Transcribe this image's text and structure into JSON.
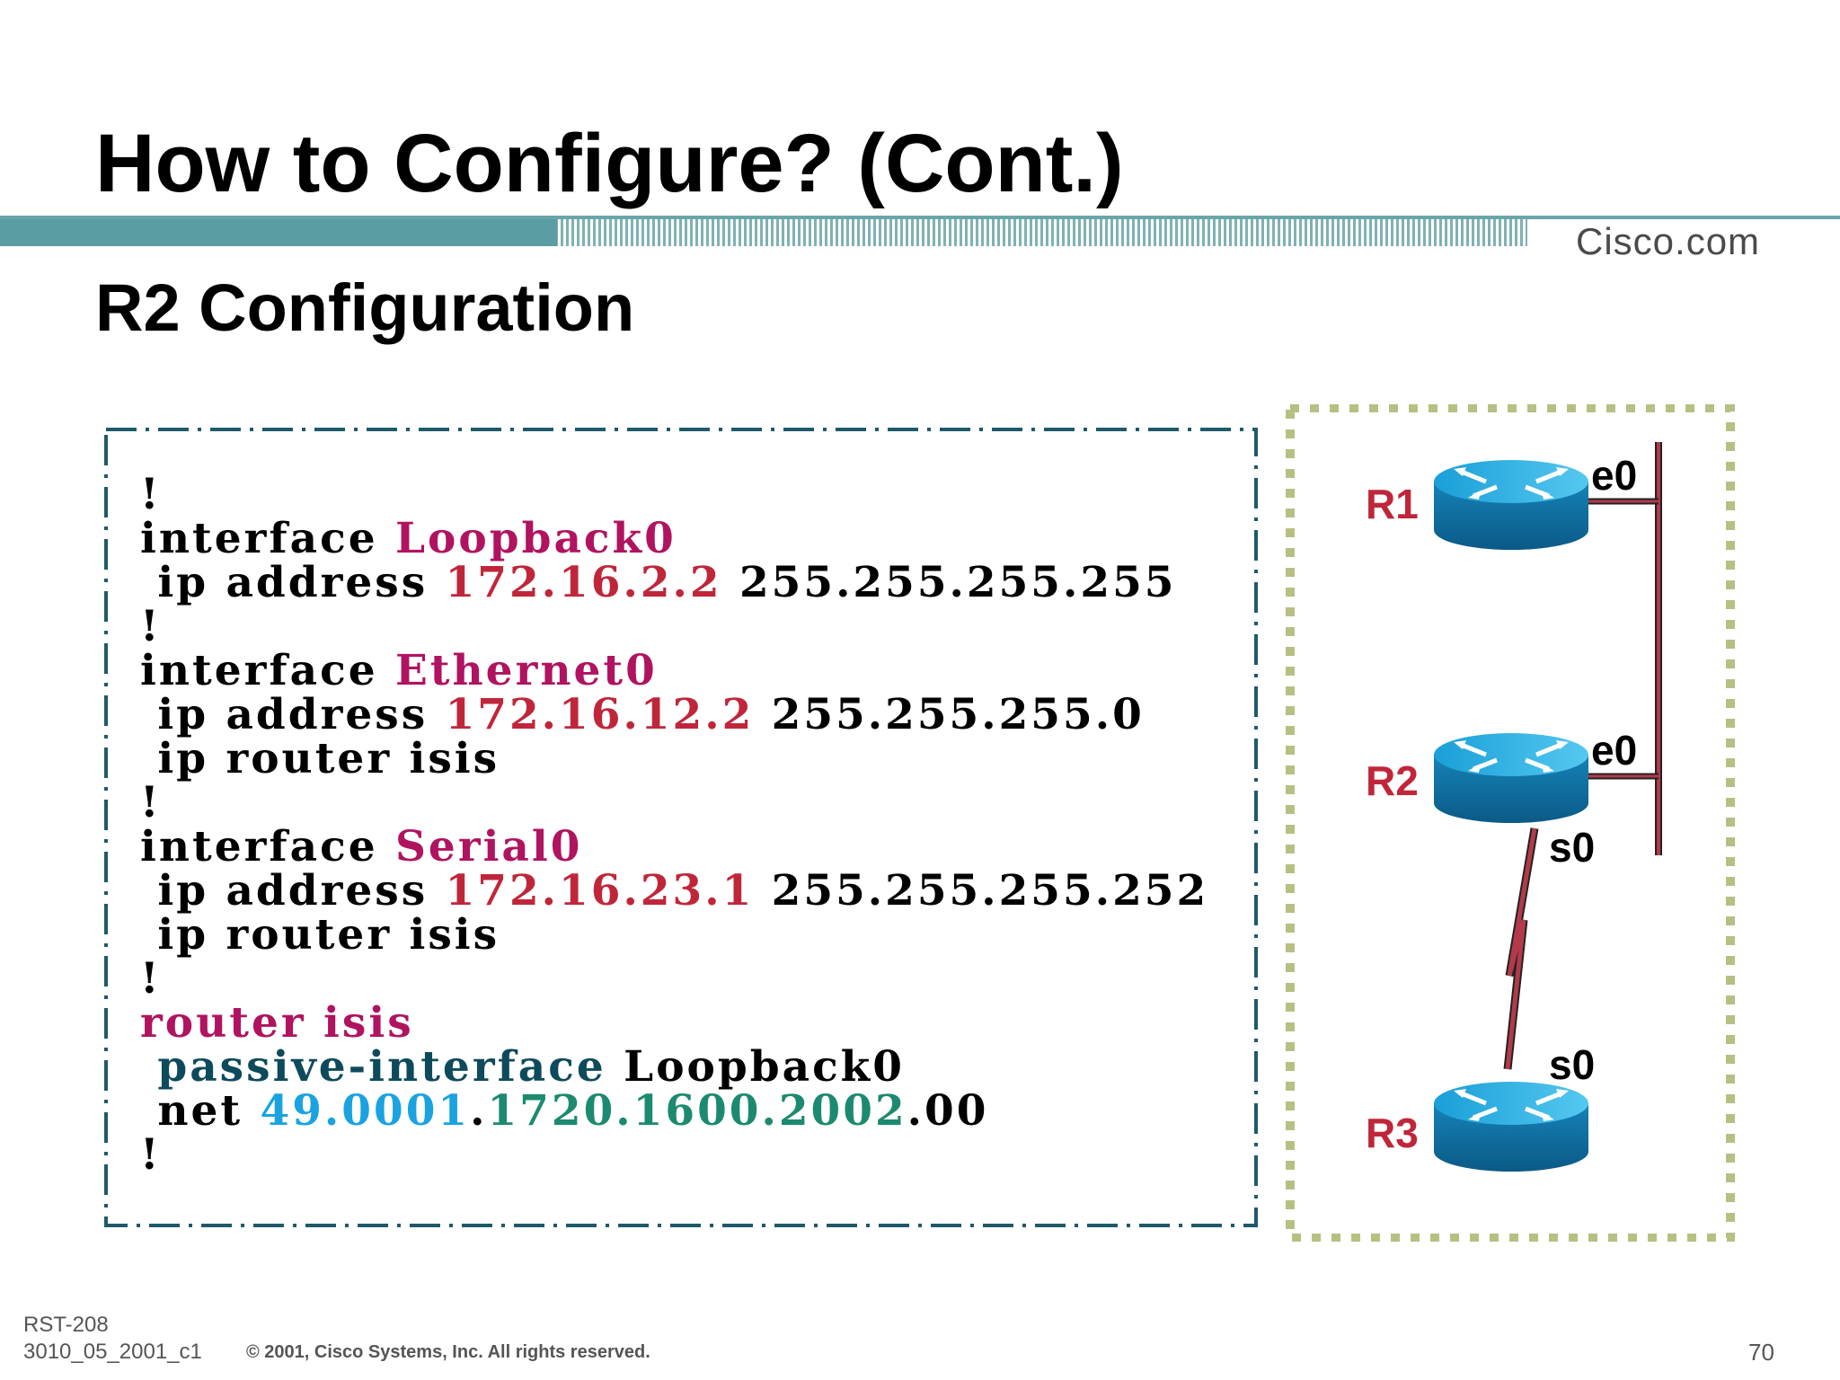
{
  "header": {
    "title": "How to Configure? (Cont.)",
    "logo": "Cisco.com",
    "subtitle": "R2 Configuration"
  },
  "config": {
    "l1": "!",
    "l2_a": "interface ",
    "l2_b": "Loopback0",
    "l3_a": " ip address ",
    "l3_b": "172.16.2.2",
    "l3_c": " 255.255.255.255",
    "l4": "!",
    "l5_a": "interface ",
    "l5_b": "Ethernet0",
    "l6_a": " ip address ",
    "l6_b": "172.16.12.2",
    "l6_c": " 255.255.255.0",
    "l7": " ip router isis",
    "l8": "!",
    "l9_a": "interface ",
    "l9_b": "Serial0",
    "l10_a": " ip address ",
    "l10_b": "172.16.23.1",
    "l10_c": " 255.255.255.252",
    "l11": " ip router isis",
    "l12": "!",
    "l13": "router isis",
    "l14_a": " passive-interface",
    "l14_b": " Loopback0",
    "l15_a": " net ",
    "l15_b": "49.0001",
    "l15_c": ".",
    "l15_d": "1720.1600.2002",
    "l15_e": ".00",
    "l16": "!"
  },
  "topology": {
    "routers": [
      "R1",
      "R2",
      "R3"
    ],
    "r1_port": "e0",
    "r2_eth_port": "e0",
    "r2_serial_port": "s0",
    "r3_serial_port": "s0",
    "router_icon": "router-icon"
  },
  "footer": {
    "course": "RST-208",
    "doc_id": "3010_05_2001_c1",
    "copyright": "© 2001, Cisco Systems, Inc. All rights reserved.",
    "page": "70"
  },
  "colors": {
    "keyword": "#b0135f",
    "ip": "#c0263a",
    "command": "#0d4a5c",
    "area": "#1aa3e0",
    "system_id": "#1c8a6e",
    "banner": "#5a9da3",
    "topology_border": "#b8bf82",
    "link": "#a0283a"
  }
}
